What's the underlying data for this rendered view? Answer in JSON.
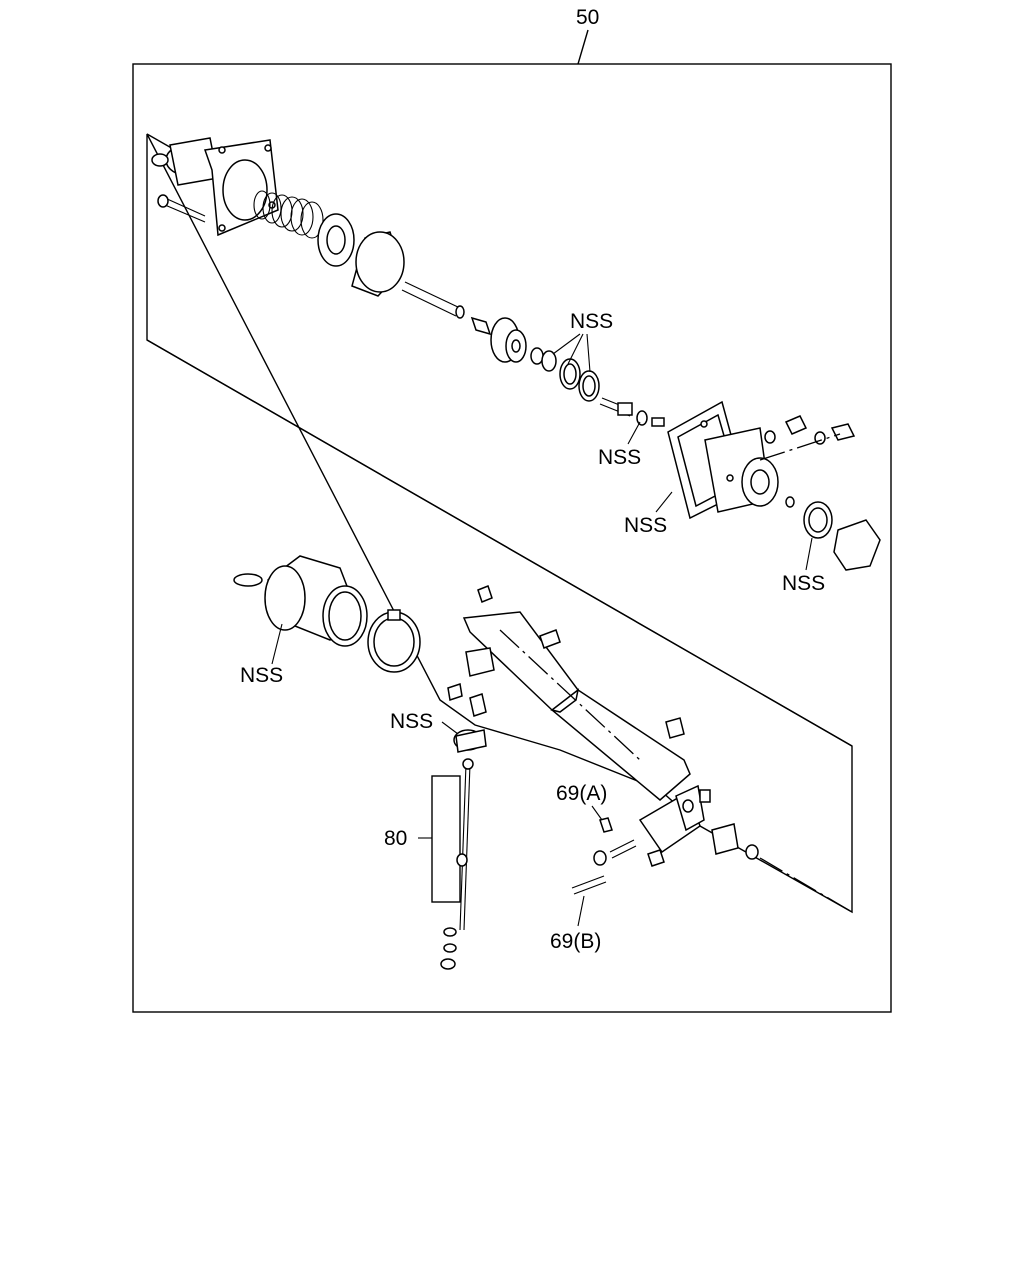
{
  "callouts": {
    "assembly": "50",
    "nss_seals": "NSS",
    "nss_washer": "NSS",
    "nss_flange_gasket": "NSS",
    "nss_plug_seal": "NSS",
    "nss_boot": "NSS",
    "nss_bushing": "NSS",
    "cable": "80",
    "pin_a": "69(A)",
    "pin_b": "69(B)"
  }
}
